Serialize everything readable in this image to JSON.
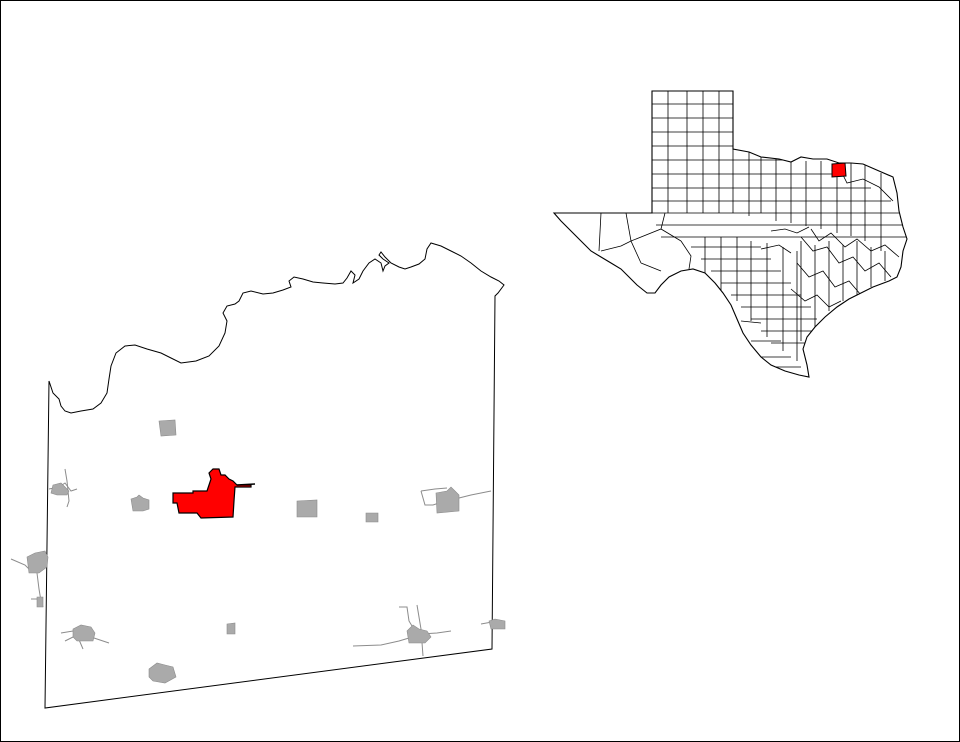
{
  "map": {
    "colors": {
      "background": "#ffffff",
      "boundary": "#000000",
      "highlight": "#ff0000",
      "place": "#aaaaaa",
      "road": "#8c8c8c"
    },
    "county": {
      "highlighted_place_count": 1,
      "other_place_count": 13
    },
    "inset": {
      "highlighted_county_count": 1
    }
  }
}
